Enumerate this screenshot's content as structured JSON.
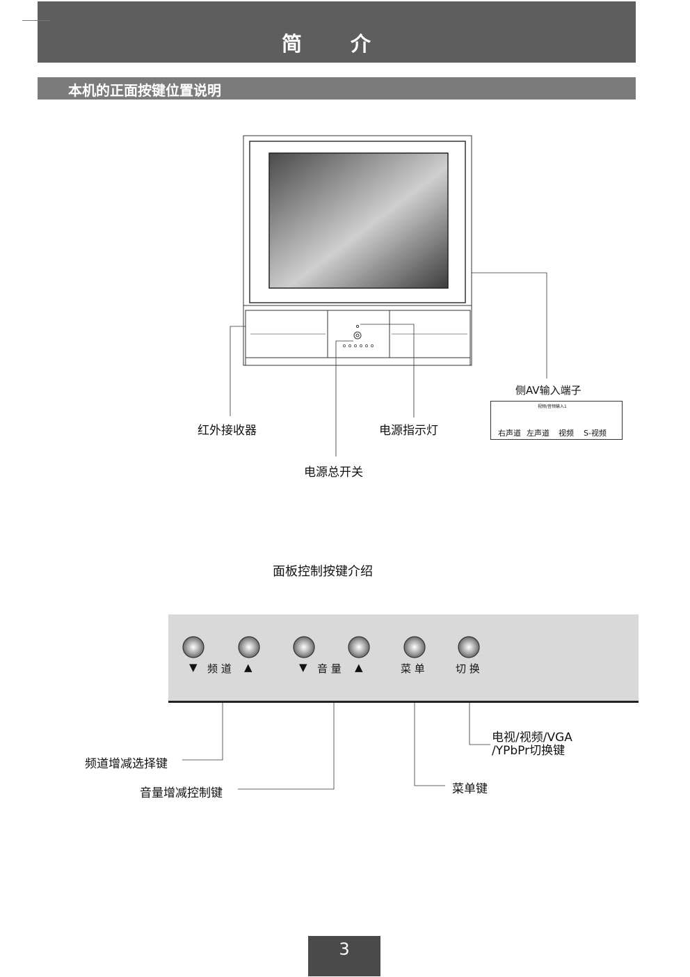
{
  "header": {
    "title": "简 介"
  },
  "section": {
    "heading": "本机的正面按键位置说明"
  },
  "tv_labels": {
    "ir_receiver": "红外接收器",
    "power_indicator": "电源指示灯",
    "power_switch": "电源总开关",
    "side_av": "侧AV输入端子",
    "side_av_sub": "视频/音频输入1",
    "side_ports": [
      "右声道",
      "左声道",
      "视频",
      "S-视频"
    ]
  },
  "panel": {
    "heading": "面板控制按键介绍",
    "channel_labels": [
      "▼",
      "频 道",
      "▲"
    ],
    "volume_labels": [
      "▼",
      "音 量",
      "▲"
    ],
    "menu_label": "菜 单",
    "switch_label": "切 换",
    "callouts": {
      "channel": "频道增减选择键",
      "volume": "音量增减控制键",
      "menu": "菜单键",
      "switch_line1": "电视/视频/VGA",
      "switch_line2": "/YPbPr切换键"
    }
  },
  "footer": {
    "page_number": "3"
  }
}
